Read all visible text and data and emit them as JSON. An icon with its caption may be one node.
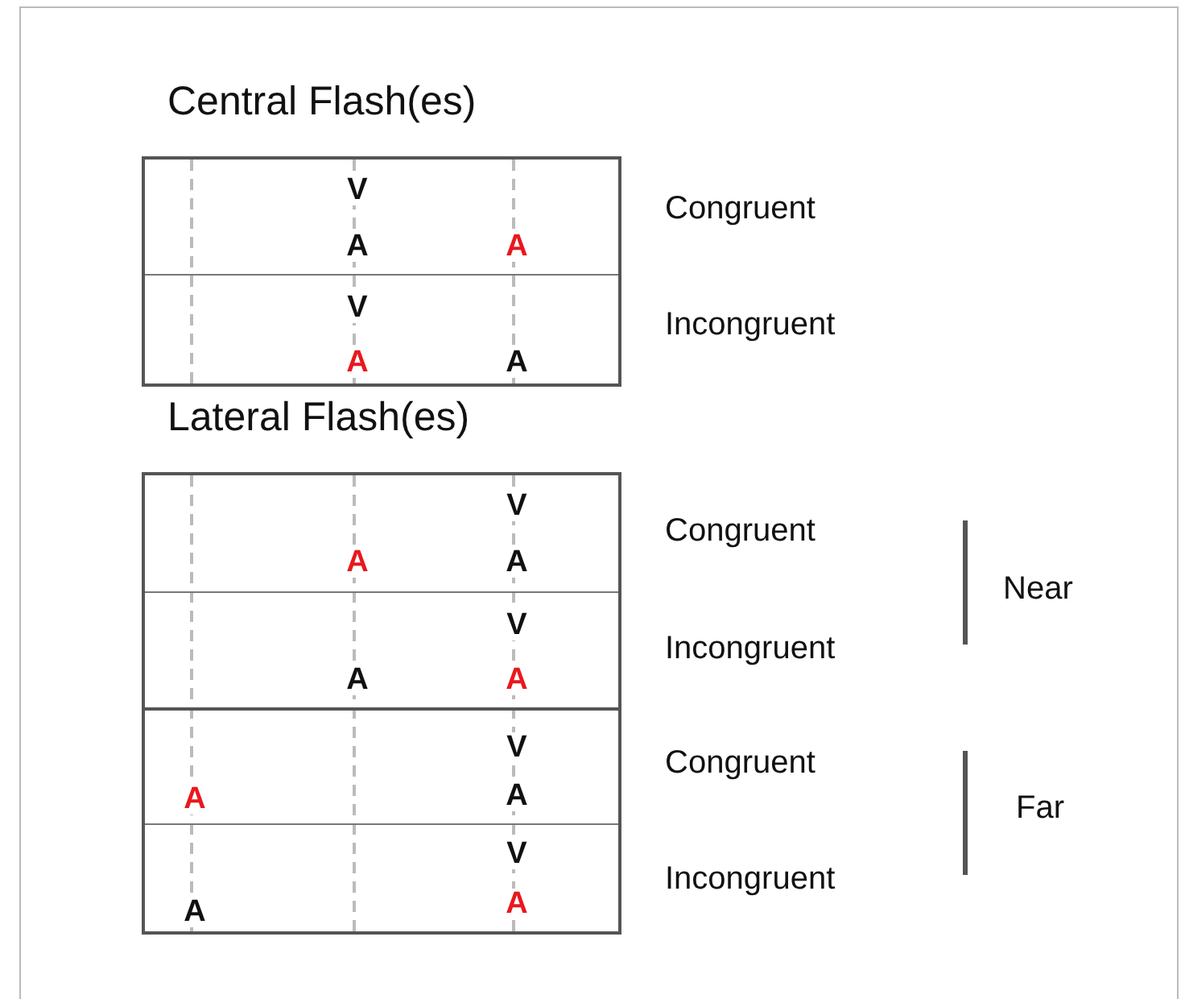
{
  "diagram": {
    "nodes": [
      {
        "text": [
          "Central Flash(es)"
        ]
      },
      {
        "text": [
          "V",
          "A",
          "A"
        ],
        "in": 0
      },
      {
        "text": [
          "V",
          "A",
          "A"
        ],
        "in": 0
      },
      {
        "text": [
          "Lateral Flash(es)"
        ]
      },
      {
        "text": [
          "V",
          "A",
          "A"
        ],
        "in": 3
      },
      {
        "text": [
          "V",
          "A",
          "A"
        ],
        "in": 3
      },
      {
        "text": [
          "V",
          "A",
          "A"
        ],
        "in": 3
      },
      {
        "text": [
          "V",
          "A",
          "A"
        ],
        "in": 3
      }
    ],
    "labels": [
      "Congruent",
      "Incongruent",
      "Congruent",
      "Near",
      "Incongruent",
      "Congruent",
      "Far",
      "Incongruent"
    ]
  }
}
